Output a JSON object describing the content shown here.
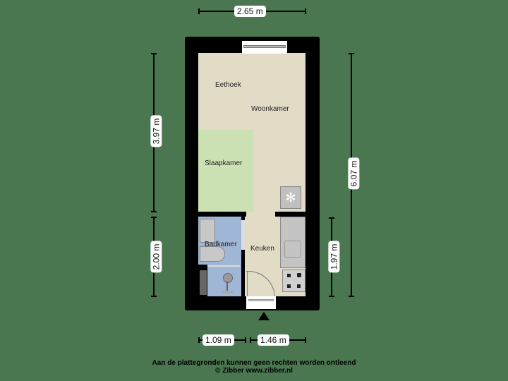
{
  "plan": {
    "rooms": [
      {
        "name": "Eethoek",
        "color": "#e2dbc6"
      },
      {
        "name": "Woonkamer",
        "color": "#e2dbc6"
      },
      {
        "name": "Slaapkamer",
        "color": "#cbe1b4"
      },
      {
        "name": "Badkamer",
        "color": "#9fb6d6"
      },
      {
        "name": "Keuken",
        "color": "#e2dbc6"
      }
    ],
    "dimensions": {
      "top_width": "2.65 m",
      "left_upper": "3.97 m",
      "left_lower": "2.00 m",
      "right_total": "6.07 m",
      "right_kitchen": "1.97 m",
      "bottom_left": "1.09 m",
      "bottom_right": "1.46 m"
    },
    "entrance_marker": "entrance-arrow"
  },
  "footer": {
    "disclaimer": "Aan de plattegronden kunnen geen rechten worden ontleend",
    "copyright": "© Zibber www.zibber.nl"
  }
}
